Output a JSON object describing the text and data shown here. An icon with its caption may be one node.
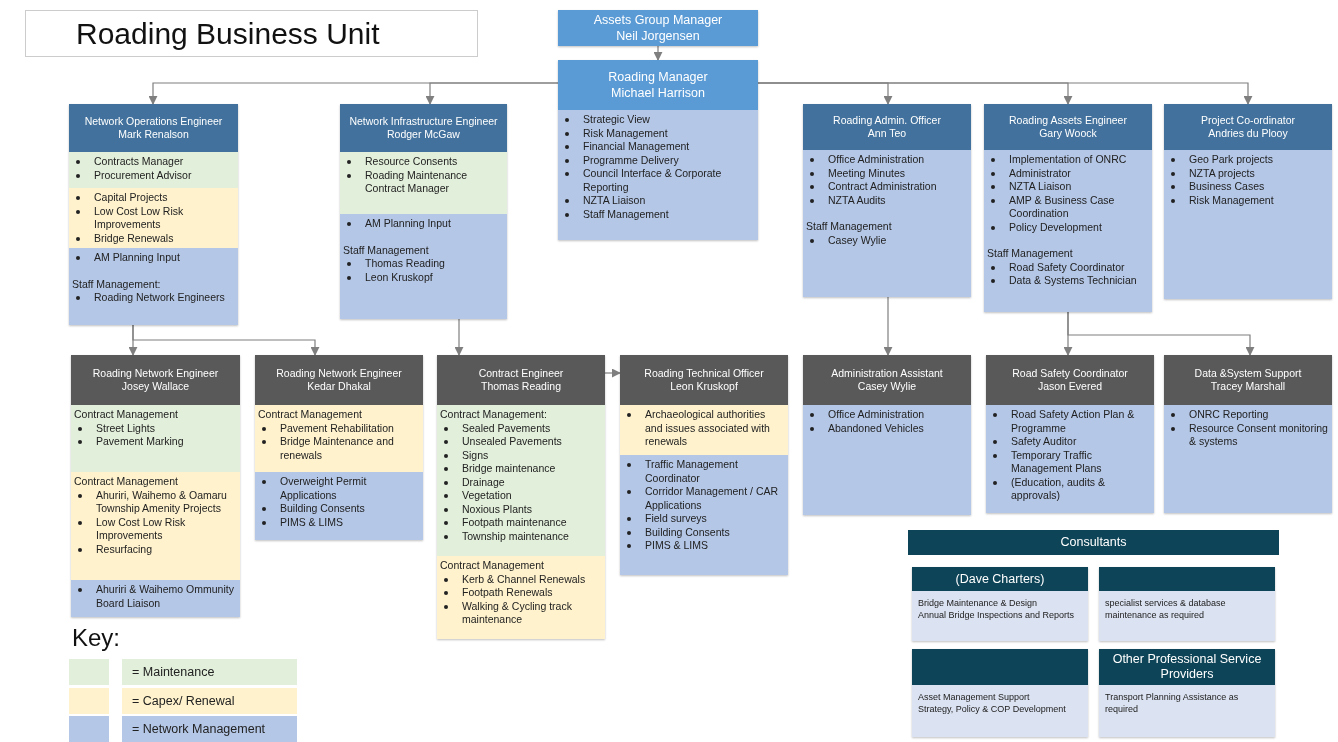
{
  "diagram": {
    "title": "Roading Business Unit",
    "nodes": [
      {
        "text": [
          "Assets Group Manager",
          "Neil Jorgensen"
        ]
      },
      {
        "text": [
          "Roading Manager",
          "Michael Harrison"
        ]
      },
      {
        "text": [
          "Strategic View",
          "Risk Management",
          "Financial Management",
          "Programme Delivery",
          "Council Interface & Corporate Reporting",
          "NZTA Liaison",
          "Staff Management"
        ],
        "in": 1
      },
      {
        "text": [
          "Network Operations Engineer",
          "Mark Renalson"
        ]
      },
      {
        "text": [
          "Contracts Manager",
          "Procurement Advisor"
        ],
        "in": 3
      },
      {
        "text": [
          "Capital Projects",
          "Low Cost Low Risk Improvements",
          "Bridge Renewals"
        ],
        "in": 3
      },
      {
        "text": [
          "AM Planning Input",
          "Staff Management:",
          "Roading Network Engineers"
        ],
        "in": 3
      },
      {
        "text": [
          "Network Infrastructure Engineer",
          "Rodger McGaw"
        ]
      },
      {
        "text": [
          "Resource Consents",
          "Roading Maintenance Contract Manager"
        ],
        "in": 7
      },
      {
        "text": [
          "AM Planning Input",
          "Staff Management",
          "Thomas Reading",
          "Leon Kruskopf"
        ],
        "in": 7
      },
      {
        "text": [
          "Roading Admin. Officer",
          "Ann Teo"
        ]
      },
      {
        "text": [
          "Office Administration",
          "Meeting Minutes",
          "Contract Administration",
          "NZTA Audits",
          "Staff Management",
          "Casey Wylie"
        ],
        "in": 10
      },
      {
        "text": [
          "Roading Assets Engineer",
          "Gary Woock"
        ]
      },
      {
        "text": [
          "Implementation of ONRC",
          "Administrator",
          "NZTA Liaison",
          "AMP & Business Case Coordination",
          "Policy Development",
          "Staff Management",
          "Road Safety Coordinator",
          "Data & Systems Technician"
        ],
        "in": 12
      },
      {
        "text": [
          "Project Co-ordinator",
          "Andries du Plooy"
        ]
      },
      {
        "text": [
          "Geo Park projects",
          "NZTA projects",
          "Business Cases",
          "Risk Management"
        ],
        "in": 14
      },
      {
        "text": [
          "Roading Network Engineer",
          "Josey Wallace"
        ]
      },
      {
        "text": [
          "Contract Management",
          "Street Lights",
          "Pavement Marking"
        ],
        "in": 16
      },
      {
        "text": [
          "Contract Management",
          "Ahuriri, Waihemo & Oamaru Township Amenity Projects",
          "Low Cost Low Risk Improvements",
          "Resurfacing"
        ],
        "in": 16
      },
      {
        "text": [
          "Ahuriri & Waihemo Ommunity Board Liaison"
        ],
        "in": 16
      },
      {
        "text": [
          "Roading Network Engineer",
          "Kedar Dhakal"
        ]
      },
      {
        "text": [
          "Contract Management",
          "Pavement Rehabilitation",
          "Bridge Maintenance and renewals"
        ],
        "in": 20
      },
      {
        "text": [
          "Overweight Permit Applications",
          "Building  Consents",
          "PIMS & LIMS"
        ],
        "in": 20
      },
      {
        "text": [
          "Contract Engineer",
          "Thomas Reading"
        ]
      },
      {
        "text": [
          "Contract Management:",
          "Sealed Pavements",
          "Unsealed Pavements",
          "Signs",
          "Bridge maintenance",
          "Drainage",
          "Vegetation",
          "Noxious Plants",
          "Footpath maintenance",
          "Township maintenance"
        ],
        "in": 23
      },
      {
        "text": [
          "Contract Management",
          "Kerb & Channel Renewals",
          "Footpath Renewals",
          "Walking & Cycling track maintenance"
        ],
        "in": 23
      },
      {
        "text": [
          "Roading Technical Officer",
          "Leon Kruskopf"
        ]
      },
      {
        "text": [
          "Archaeological authorities and issues associated with renewals"
        ],
        "in": 26
      },
      {
        "text": [
          "Traffic Management Coordinator",
          "Corridor Management / CAR Applications",
          "Field surveys",
          "Building  Consents",
          "PIMS & LIMS"
        ],
        "in": 26
      },
      {
        "text": [
          "Administration Assistant",
          "Casey Wylie"
        ]
      },
      {
        "text": [
          "Office Administration",
          "Abandoned Vehicles"
        ],
        "in": 29
      },
      {
        "text": [
          "Road Safety Coordinator",
          "Jason Evered"
        ]
      },
      {
        "text": [
          "Road Safety Action Plan & Programme",
          "Safety Auditor",
          "Temporary Traffic Management Plans",
          "(Education, audits & approvals)"
        ],
        "in": 31
      },
      {
        "text": [
          "Data &System Support",
          "Tracey Marshall"
        ]
      },
      {
        "text": [
          "ONRC Reporting",
          "Resource Consent monitoring & systems"
        ],
        "in": 33
      },
      {
        "text": [
          "Consultants"
        ]
      },
      {
        "text": [
          "(Dave Charters)",
          "Bridge Maintenance & Design",
          "Annual  Bridge Inspections and Reports"
        ]
      },
      {
        "text": [
          "specialist services & database maintenance as required"
        ]
      },
      {
        "text": [
          "Asset Management Support",
          "Strategy, Policy & COP Development"
        ]
      },
      {
        "text": [
          "Other Professional Service Providers",
          "Transport Planning Assistance as required"
        ]
      }
    ],
    "edges": [
      {
        "from": 0,
        "to": 1,
        "arrow": "to"
      },
      {
        "from": 1,
        "to": 3,
        "arrow": "to"
      },
      {
        "from": 1,
        "to": 7,
        "arrow": "to"
      },
      {
        "from": 1,
        "to": 10,
        "arrow": "to"
      },
      {
        "from": 1,
        "to": 12,
        "arrow": "to"
      },
      {
        "from": 1,
        "to": 14,
        "arrow": "to"
      },
      {
        "from": 3,
        "to": 16,
        "arrow": "to"
      },
      {
        "from": 3,
        "to": 20,
        "arrow": "to"
      },
      {
        "from": 7,
        "to": 23,
        "arrow": "to"
      },
      {
        "from": 23,
        "to": 26,
        "arrow": "to"
      },
      {
        "from": 10,
        "to": 29,
        "arrow": "to"
      },
      {
        "from": 12,
        "to": 31,
        "arrow": "to"
      },
      {
        "from": 12,
        "to": 33,
        "arrow": "to"
      }
    ],
    "labels": [
      "Key:"
    ],
    "legend": [
      {
        "text": "= Maintenance",
        "color": "#e2efda"
      },
      {
        "text": "= Capex/ Renewal",
        "color": "#fff2cc"
      },
      {
        "text": "= Network Management",
        "color": "#b4c7e7"
      }
    ]
  }
}
